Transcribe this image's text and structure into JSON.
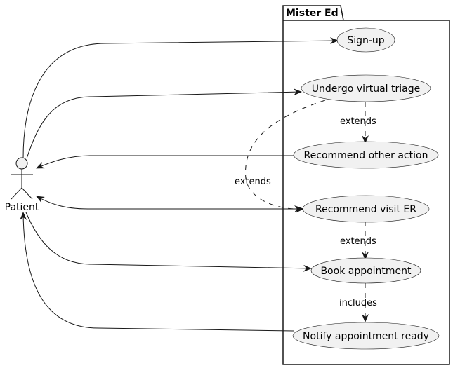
{
  "package": {
    "title": "Mister Ed"
  },
  "actor": {
    "label": "Patient"
  },
  "use_cases": {
    "signup": "Sign-up",
    "triage": "Undergo virtual triage",
    "other_action": "Recommend other action",
    "visit_er": "Recommend visit ER",
    "book": "Book appointment",
    "notify": "Notify appointment ready"
  },
  "relations": {
    "triage_other": "extends",
    "triage_er": "extends",
    "er_book": "extends",
    "book_notify": "includes"
  },
  "colors": {
    "usecase_fill": "#f1f1f1",
    "stroke": "#181818",
    "background": "#ffffff"
  }
}
